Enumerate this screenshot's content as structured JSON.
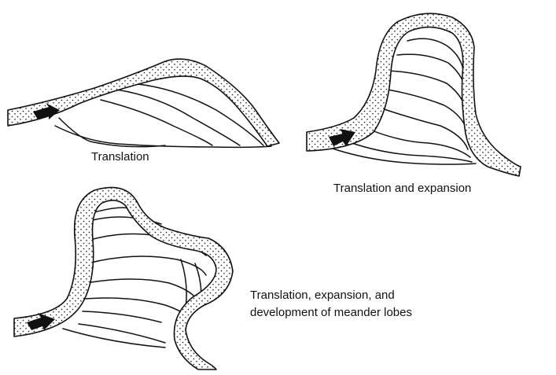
{
  "captions": {
    "translation": "Translation",
    "translation_expansion": "Translation and expansion",
    "translation_expansion_lobes_line1": "Translation, expansion, and",
    "translation_expansion_lobes_line2": "development of meander lobes"
  },
  "colors": {
    "ink": "#111111",
    "background": "#ffffff"
  }
}
